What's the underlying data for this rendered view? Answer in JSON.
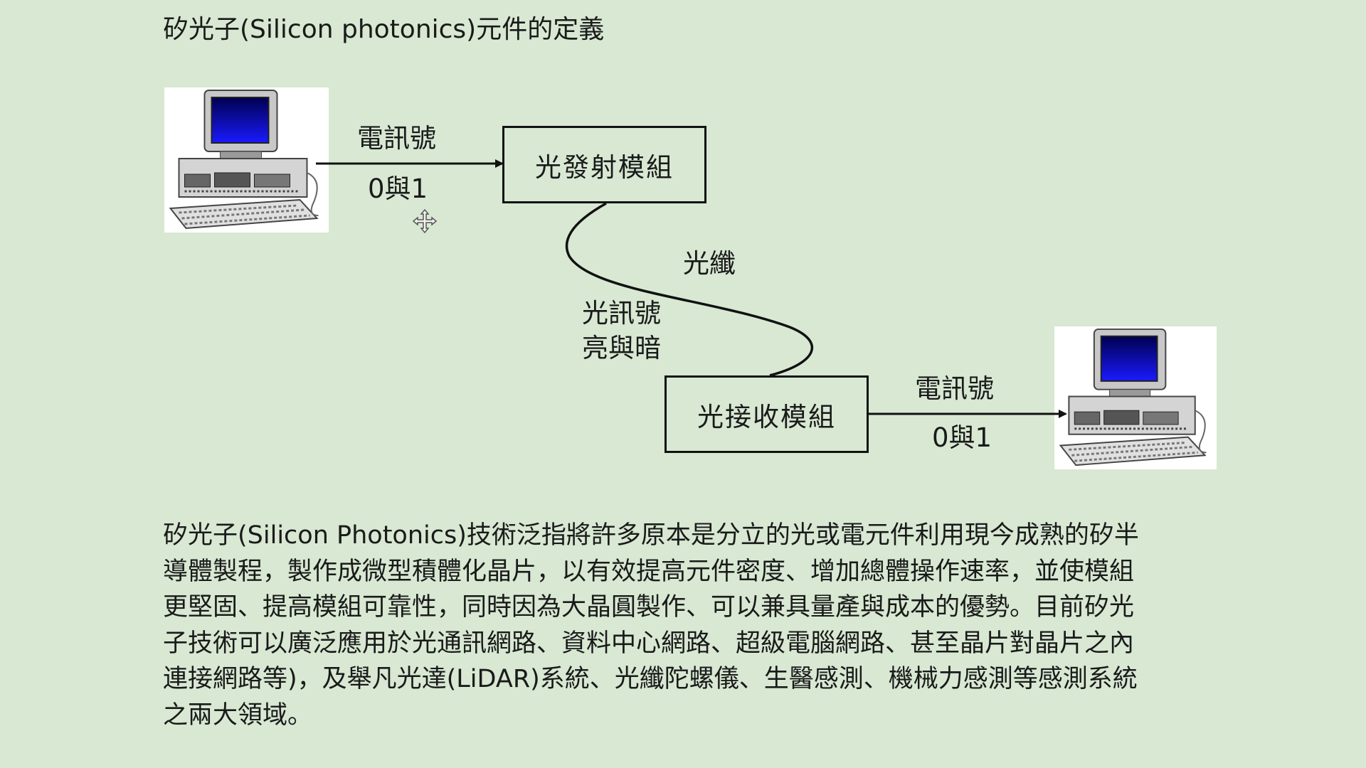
{
  "title": "矽光子(Silicon photonics)元件的定義",
  "diagram": {
    "tx_label_top": "電訊號",
    "tx_label_bottom": "0與1",
    "emit_module": "光發射模組",
    "fiber_label": "光纖",
    "optical_signal_line1": "光訊號",
    "optical_signal_line2": "亮與暗",
    "receive_module": "光接收模組",
    "rx_label_top": "電訊號",
    "rx_label_bottom": "0與1"
  },
  "icons": {
    "left_computer": "desktop-computer-icon",
    "right_computer": "desktop-computer-icon",
    "cursor": "move-cursor-icon"
  },
  "paragraph": [
    "矽光子(Silicon Photonics)技術泛指將許多原本是分立的光或電元件利用現今成熟的矽半",
    "導體製程，製作成微型積體化晶片，以有效提高元件密度、增加總體操作速率，並使模組",
    "更堅固、提高模組可靠性，同時因為大晶圓製作、可以兼具量產與成本的優勢。目前矽光",
    "子技術可以廣泛應用於光通訊網路、資料中心網路、超級電腦網路、甚至晶片對晶片之內",
    "連接網路等)，及舉凡光達(LiDAR)系統、光纖陀螺儀、生醫感測、機械力感測等感測系統",
    "之兩大領域。"
  ],
  "colors": {
    "background": "#d8e8d3",
    "screen_blue": "#0a0a9c",
    "line": "#111111"
  }
}
